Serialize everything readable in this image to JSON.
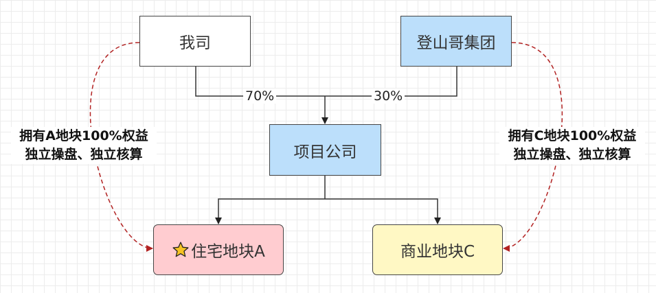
{
  "nodes": {
    "our_company": "我司",
    "dengshange_group": "登山哥集团",
    "project_company": "项目公司",
    "residential_plot": "住宅地块A",
    "commercial_plot": "商业地块C"
  },
  "edges": {
    "our_share": "70%",
    "group_share": "30%"
  },
  "annotations": {
    "left": {
      "line1": "拥有A地块100%权益",
      "line2": "独立操盘、独立核算"
    },
    "right": {
      "line1": "拥有C地块100%权益",
      "line2": "独立操盘、独立核算"
    }
  },
  "colors": {
    "node_blue": "#bcdffb",
    "node_pink": "#ffccd0",
    "node_yellow": "#fff8c4",
    "dashed_arrow": "#b22222",
    "star": "#f6c324"
  },
  "icons": {
    "residential_marker": "star-icon"
  }
}
